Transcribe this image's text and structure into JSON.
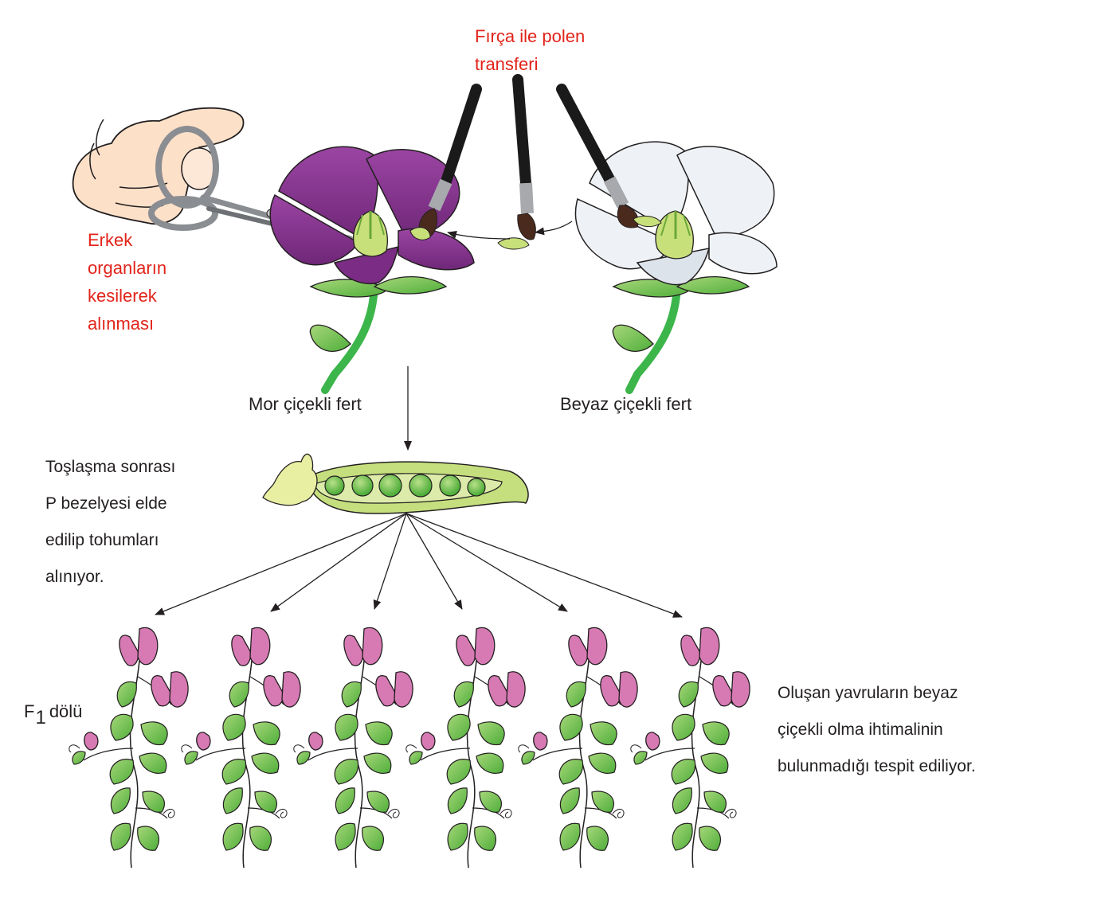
{
  "labels": {
    "brush_transfer": [
      "Fırça ile polen",
      "transferi"
    ],
    "emasculation": [
      "Erkek",
      "organların",
      "kesilerek",
      "alınması"
    ],
    "purple_plant": "Mor çiçekli fert",
    "white_plant": "Beyaz çiçekli fert",
    "after_pollination": [
      "Toşlaşma sonrası",
      "P bezelyesi elde",
      "edilip tohumları",
      "alınıyor."
    ],
    "f1_prefix": "F",
    "f1_sub": "1",
    "f1_suffix": "dölü",
    "conclusion": [
      "Oluşan yavruların beyaz",
      "çiçekli olma ihtimalinin",
      "bulunmadığı tespit ediliyor."
    ]
  },
  "colors": {
    "label_red": "#e2231a",
    "text": "#231f20",
    "purple_flower": "#8e3a96",
    "white_flower": "#eef2f6",
    "leaf_green": "#72bf44",
    "stem_green": "#3cb54a",
    "pod_green": "#c5df7e",
    "offspring_pink": "#d77ab4",
    "brush_black": "#1a1a1a"
  },
  "icons": [
    "scissors-icon",
    "hand-icon",
    "paintbrush-icon",
    "pea-pod-icon",
    "pea-plant-icon"
  ],
  "offspring_count": 6
}
